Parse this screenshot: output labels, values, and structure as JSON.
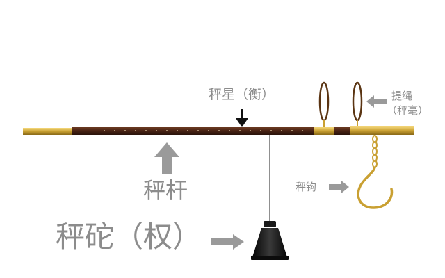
{
  "labels": {
    "star": "秤星（衡）",
    "rope_line1": "提绳",
    "rope_line2": "（秤毫）",
    "hook": "秤钩",
    "beam": "秤杆",
    "weight": "秤砣（权）"
  },
  "colors": {
    "beam": "#4a2415",
    "brass": "#c9a032",
    "arrow": "#9a9a9a",
    "pointer": "#111111",
    "weight": "#151515",
    "text": "#8c8c8c"
  }
}
